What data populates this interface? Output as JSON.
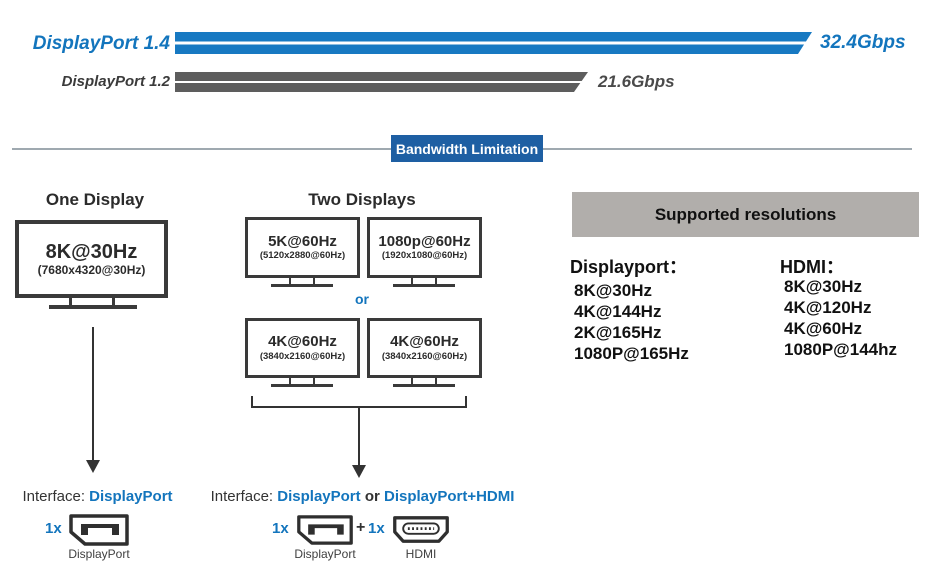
{
  "bandwidth_bars": {
    "type": "bar",
    "title": "Bandwidth Limitation",
    "unit": "Gbps",
    "series": [
      {
        "name": "DisplayPort 1.4",
        "value": 32.4,
        "value_label": "32.4Gbps"
      },
      {
        "name": "DisplayPort 1.2",
        "value": 21.6,
        "value_label": "21.6Gbps"
      }
    ]
  },
  "one_display": {
    "heading": "One Display",
    "monitor": {
      "title": "8K@30Hz",
      "subtitle": "(7680x4320@30Hz)"
    },
    "interface_prefix": "Interface:",
    "interface_value": "DisplayPort",
    "connector": {
      "count": "1x",
      "label": "DisplayPort"
    }
  },
  "two_displays": {
    "heading": "Two Displays",
    "row1": [
      {
        "title": "5K@60Hz",
        "subtitle": "(5120x2880@60Hz)"
      },
      {
        "title": "1080p@60Hz",
        "subtitle": "(1920x1080@60Hz)"
      }
    ],
    "or_label": "or",
    "row2": [
      {
        "title": "4K@60Hz",
        "subtitle": "(3840x2160@60Hz)"
      },
      {
        "title": "4K@60Hz",
        "subtitle": "(3840x2160@60Hz)"
      }
    ],
    "interface_prefix": "Interface:",
    "interface_value1": "DisplayPort",
    "interface_or": "or",
    "interface_value2": "DisplayPort+HDMI",
    "connector1": {
      "count": "1x",
      "label": "DisplayPort"
    },
    "plus": "+",
    "connector2": {
      "count": "1x",
      "label": "HDMI"
    }
  },
  "supported_resolutions": {
    "heading": "Supported resolutions",
    "columns": [
      {
        "name": "Displayport：",
        "items": [
          "8K@30Hz",
          "4K@144Hz",
          "2K@165Hz",
          "1080P@165Hz"
        ]
      },
      {
        "name": "HDMI：",
        "items": [
          "8K@30Hz",
          "4K@120Hz",
          "4K@60Hz",
          "1080P@144hz"
        ]
      }
    ]
  },
  "colors": {
    "bar_blue": "#1779c2",
    "bar_gray": "#5d5d5d",
    "accent_blue": "#1375bd",
    "bandwidth_box_blue": "#1e5fa3",
    "header_gray": "#b1aeab",
    "text_dark": "#3a3a3a"
  }
}
